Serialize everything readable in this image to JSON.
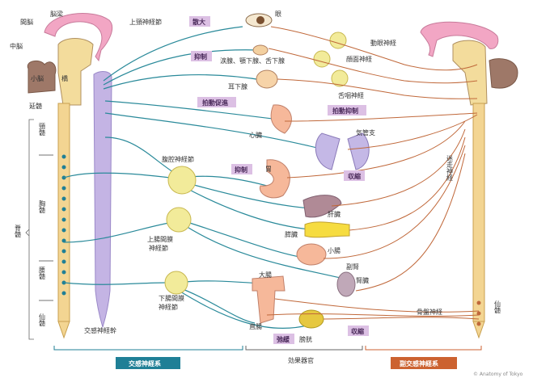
{
  "brain": {
    "corpus_callosum": "脳梁",
    "diencephalon": "間脳",
    "midbrain": "中脳",
    "cerebellum": "小脳",
    "pons": "橋",
    "medulla": "延髄"
  },
  "spinal": {
    "cervical": "頸髄",
    "thoracic": "胸髄",
    "lumbar": "腰髄",
    "sacral": "仙髄",
    "spinal_cord": "脊髄",
    "sacral_right": "仙髄"
  },
  "sympathetic": {
    "superior_cervical_ganglion": "上頸神経節",
    "celiac_ganglion": "腹腔神経節",
    "superior_mesenteric_ganglion": [
      "上腸間膜",
      "神経節"
    ],
    "inferior_mesenteric_ganglion": [
      "下腸間膜",
      "神経節"
    ],
    "trunk": "交感神経幹"
  },
  "organs": {
    "eye": "眼",
    "glands": "涙腺、顎下腺、舌下腺",
    "parotid": "耳下腺",
    "heart": "心臓",
    "bronchi": "気管支",
    "stomach": "胃",
    "liver": "肝臓",
    "pancreas": "膵臓",
    "small_intestine": "小腸",
    "adrenal": "副腎",
    "kidney": "腎臓",
    "large_intestine": "大腸",
    "rectum": "直腸",
    "bladder": "膀胱"
  },
  "effects": {
    "dilate": "散大",
    "inhibit1": "抑制",
    "heart_accel": "拍動促進",
    "heart_inhib": "拍動抑制",
    "bronchi_constrict": "収縮",
    "inhibit2": "抑制",
    "relax": "弛緩",
    "contract": "収縮"
  },
  "parasympathetic": {
    "oculomotor": "動眼神経",
    "facial": "顔面神経",
    "glossopharyngeal": "舌咽神経",
    "vagus": "迷走神経",
    "pelvic": "骨盤神経"
  },
  "footer": {
    "sympathetic_system": "交感神経系",
    "effectors": "効果器官",
    "parasympathetic_system": "副交感神経系",
    "credit": "© Anatomy of Tokyo"
  },
  "colors": {
    "sympathetic": "#1f7f96",
    "parasympathetic": "#cc6230",
    "tag_bg": "#dcc0e4"
  }
}
